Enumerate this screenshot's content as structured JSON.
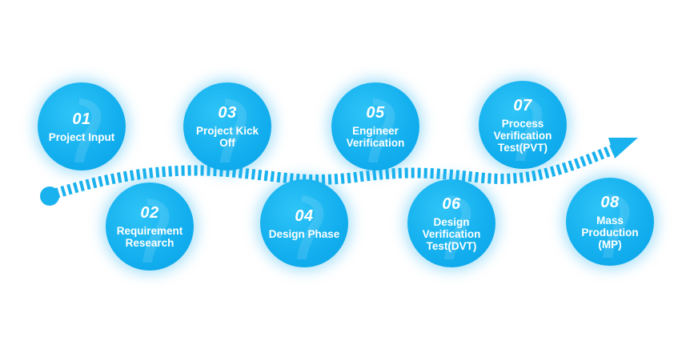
{
  "steps": [
    {
      "number": "01",
      "label": "Project Input"
    },
    {
      "number": "02",
      "label": "Requirement Research"
    },
    {
      "number": "03",
      "label": "Project Kick Off"
    },
    {
      "number": "04",
      "label": "Design Phase"
    },
    {
      "number": "05",
      "label": "Engineer Verification"
    },
    {
      "number": "06",
      "label": "Design Verification Test(DVT)"
    },
    {
      "number": "07",
      "label": "Process Verification Test(PVT)"
    },
    {
      "number": "08",
      "label": "Mass Production (MP)"
    }
  ],
  "colors": {
    "circle": "#12aeee",
    "text": "#ffffff",
    "path": "#1ab2ee",
    "background": "#ffffff"
  }
}
